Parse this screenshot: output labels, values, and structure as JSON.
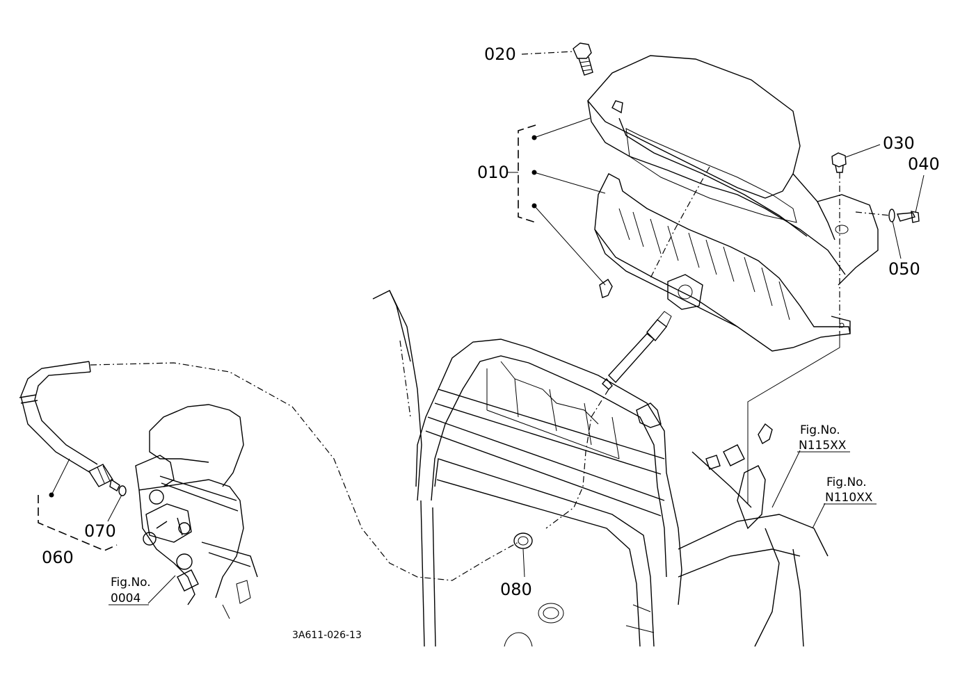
{
  "labels": {
    "p010": "010",
    "p020": "020",
    "p030": "030",
    "p040": "040",
    "p050": "050",
    "p060": "060",
    "p070": "070",
    "p080": "080"
  },
  "fig_refs": {
    "n115_title": "Fig.No.",
    "n115_code": "N115XX",
    "n110_title": "Fig.No.",
    "n110_code": "N110XX",
    "f0004_title": "Fig.No.",
    "f0004_code": "0004"
  },
  "drawing_code": "3A611-026-13"
}
